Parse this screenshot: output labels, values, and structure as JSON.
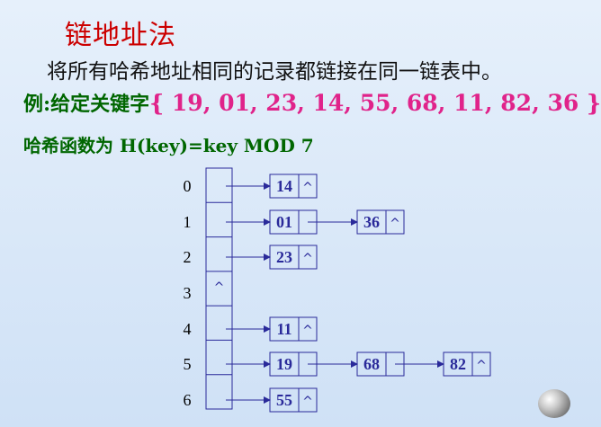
{
  "title": "链地址法",
  "description": "将所有哈希地址相同的记录都链接在同一链表中。",
  "example": {
    "label": "例:给定关键字",
    "keys_text": "{ 19, 01, 23, 14, 55, 68, 11, 82, 36 }"
  },
  "hash_function": "哈希函数为 H(key)=key MOD 7",
  "null_symbol": "^",
  "table": [
    {
      "index": "0",
      "chain": [
        "14"
      ]
    },
    {
      "index": "1",
      "chain": [
        "01",
        "36"
      ]
    },
    {
      "index": "2",
      "chain": [
        "23"
      ]
    },
    {
      "index": "3",
      "chain": []
    },
    {
      "index": "4",
      "chain": [
        "11"
      ]
    },
    {
      "index": "5",
      "chain": [
        "19",
        "68",
        "82"
      ]
    },
    {
      "index": "6",
      "chain": [
        "55"
      ]
    }
  ],
  "colors": {
    "title": "#cc0000",
    "label_green": "#006600",
    "keys_pink": "#e0238a",
    "node_text": "#2a2a9a",
    "line": "#2a2a9a"
  }
}
